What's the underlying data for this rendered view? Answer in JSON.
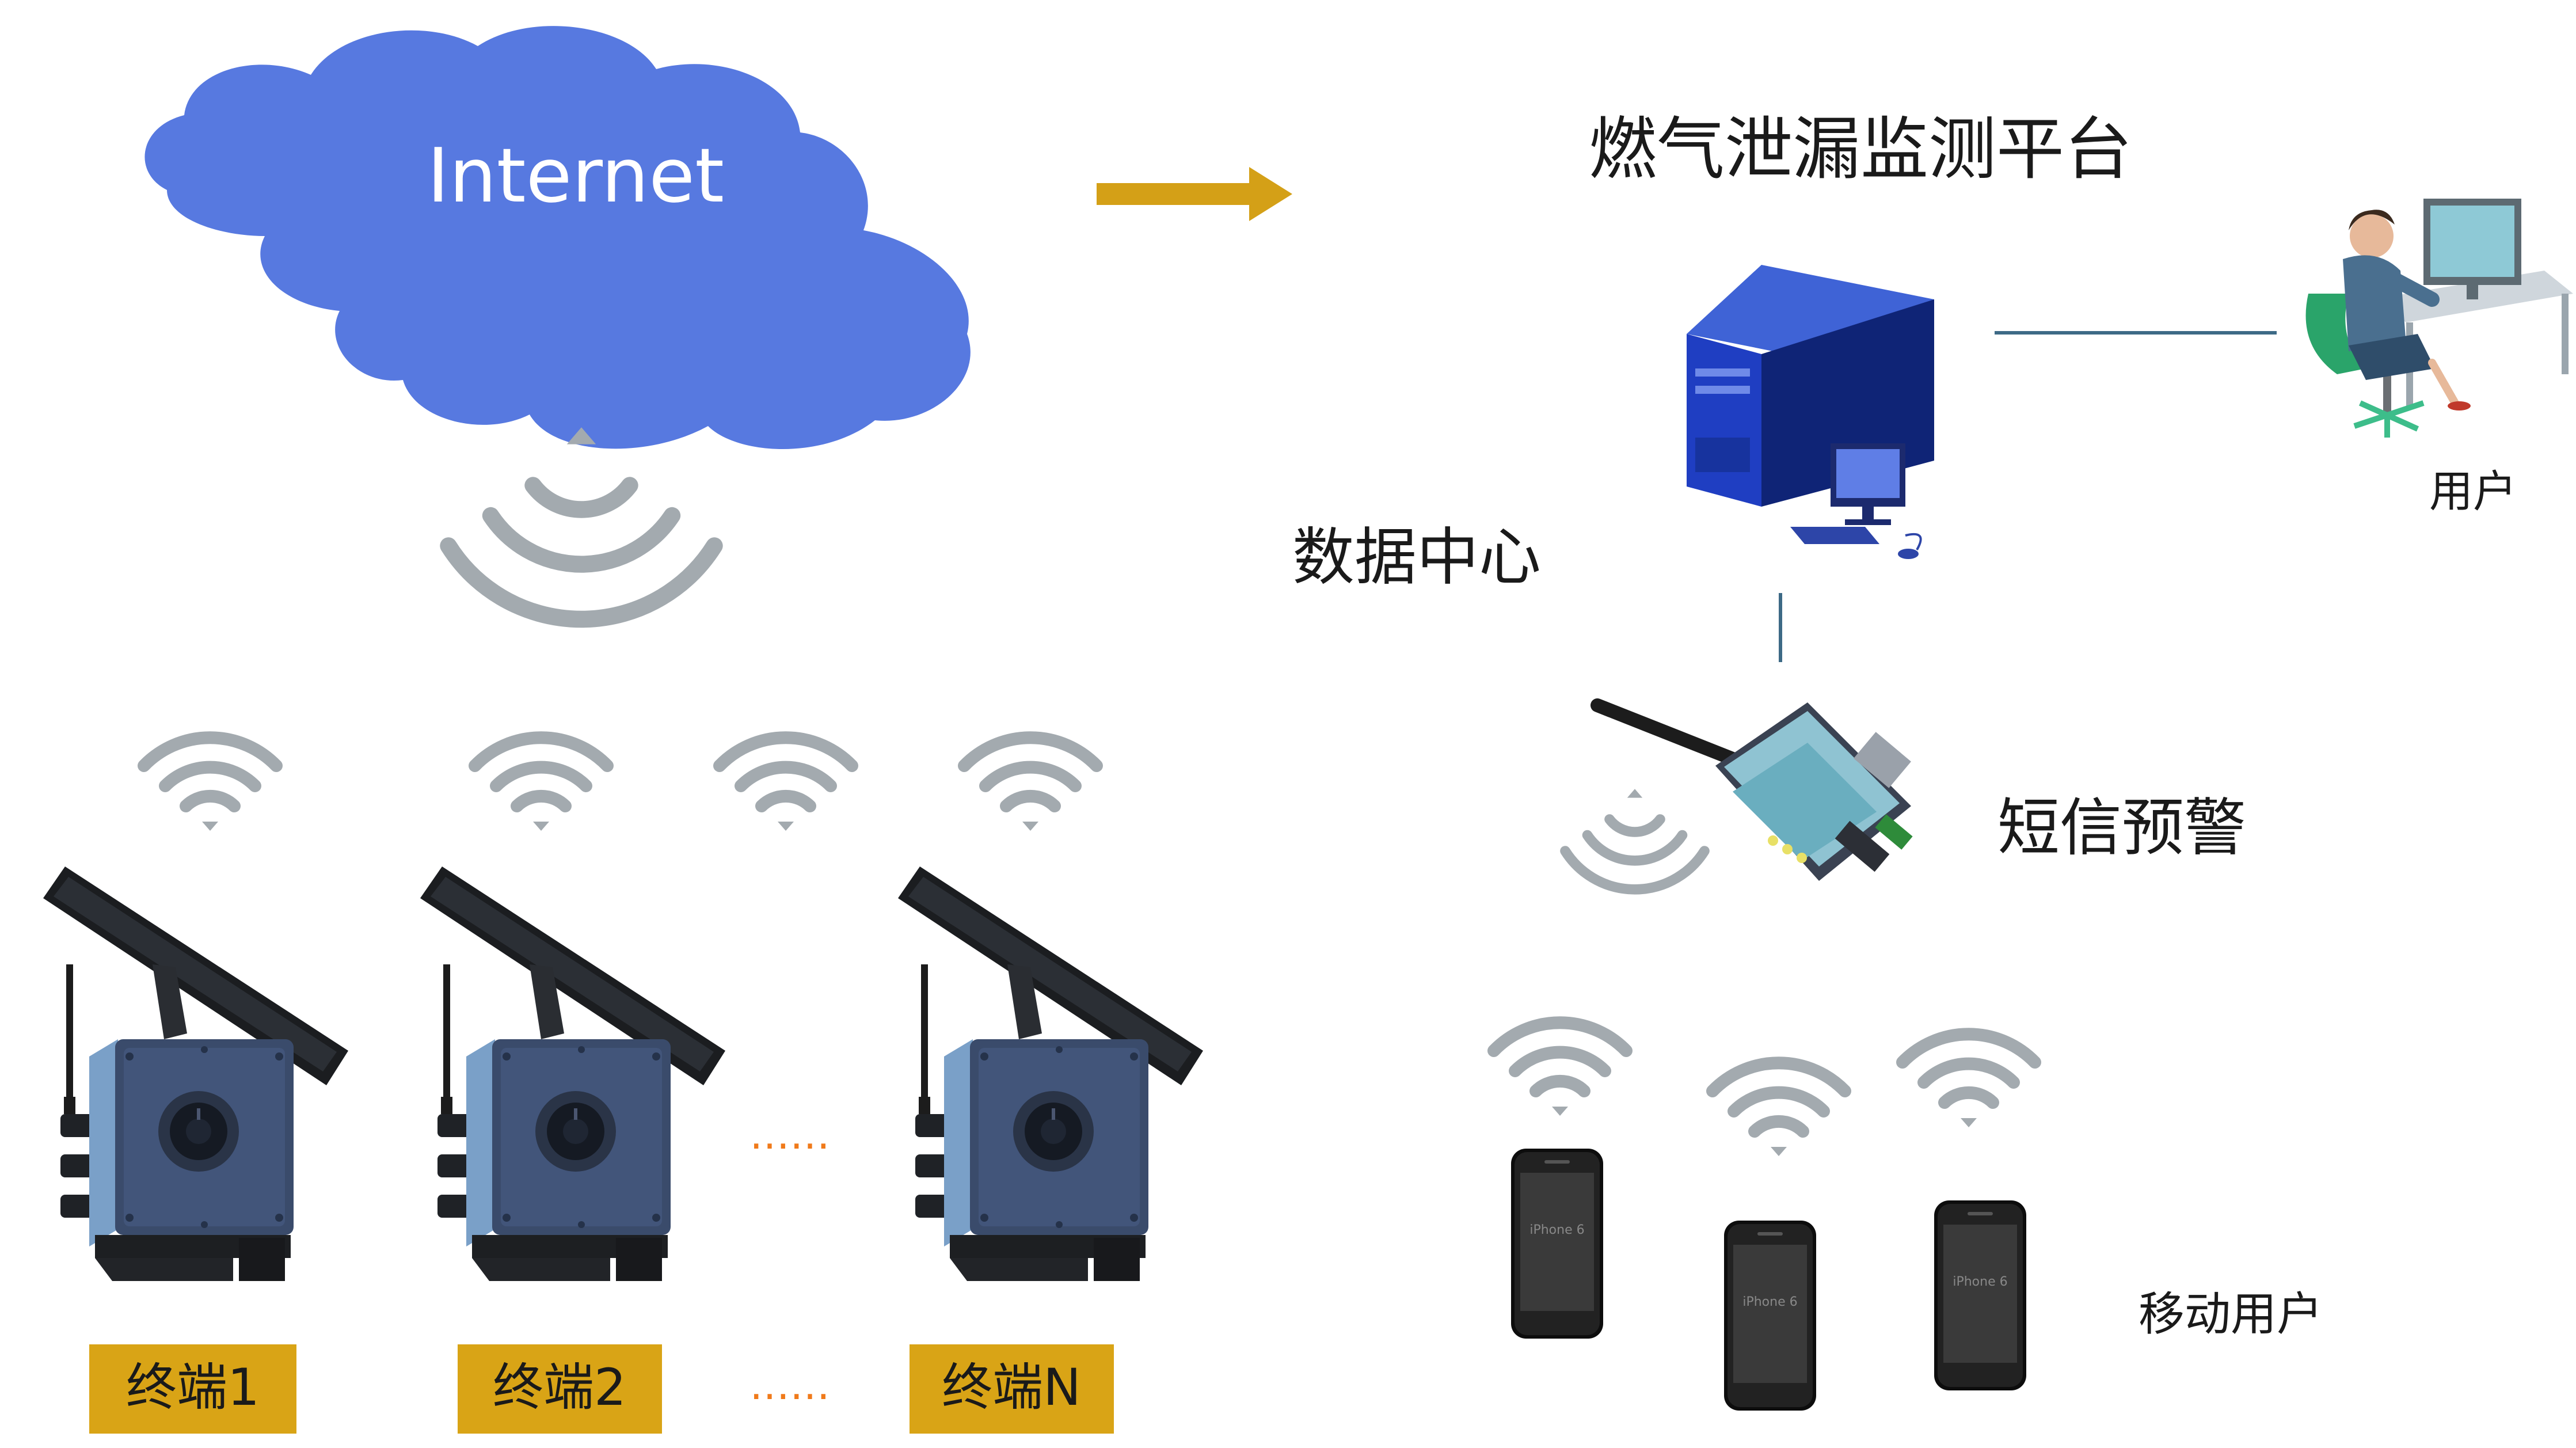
{
  "cloud": {
    "label": "Internet"
  },
  "platform": {
    "title": "燃气泄漏监测平台"
  },
  "data_center": {
    "label": "数据中心"
  },
  "user": {
    "label": "用户"
  },
  "sms": {
    "label": "短信预警"
  },
  "mobile": {
    "label": "移动用户",
    "phone_text": "iPhone 6"
  },
  "terminals": [
    {
      "label": "终端1"
    },
    {
      "label": "终端2"
    },
    {
      "label": "终端N"
    }
  ],
  "ellipsis": "……",
  "colors": {
    "cloud": "#5779e0",
    "arrow": "#d4a017",
    "label_box": "#d9a416",
    "wifi": "#a3aaaf",
    "dots": "#f07a1a",
    "line": "#3d6a86"
  }
}
